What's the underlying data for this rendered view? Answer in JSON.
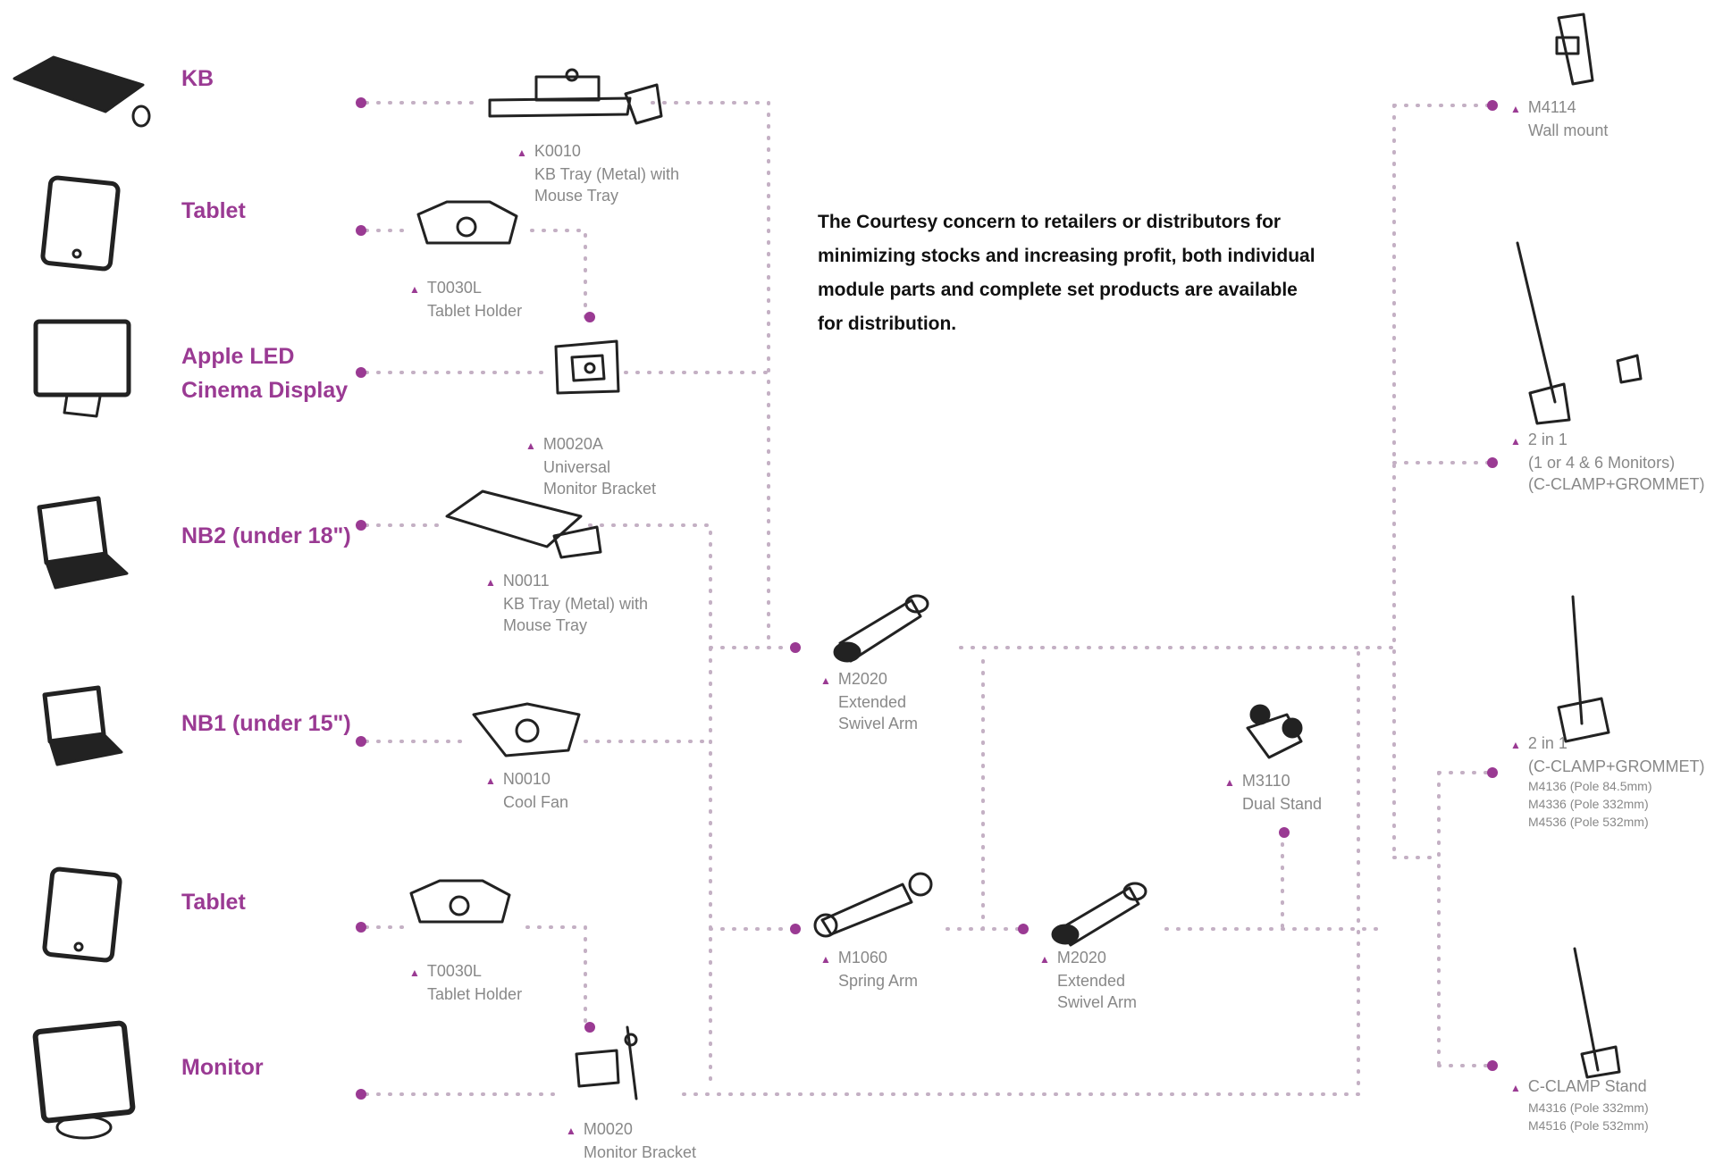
{
  "note": "The Courtesy concern to retailers or distributors for minimizing stocks and increasing profit, both individual module parts and complete set products are available for distribution.",
  "devices": [
    {
      "label": "KB",
      "icon": "keyboard-icon"
    },
    {
      "label": "Tablet",
      "icon": "tablet-icon"
    },
    {
      "label": "Apple LED\nCinema Display",
      "icon": "monitor-icon"
    },
    {
      "label": "NB2 (under 18\")",
      "icon": "laptop-icon"
    },
    {
      "label": "NB1 (under 15\")",
      "icon": "laptop-icon"
    },
    {
      "label": "Tablet",
      "icon": "tablet-icon"
    },
    {
      "label": "Monitor",
      "icon": "monitor-icon"
    }
  ],
  "modules": [
    {
      "code": "K0010",
      "lines": [
        "KB Tray (Metal) with",
        "Mouse Tray"
      ],
      "icon": "keyboard-tray-icon"
    },
    {
      "code": "T0030L",
      "lines": [
        "Tablet Holder"
      ],
      "icon": "tablet-holder-icon"
    },
    {
      "code": "M0020A",
      "lines": [
        "Universal",
        "Monitor Bracket"
      ],
      "icon": "monitor-bracket-icon"
    },
    {
      "code": "N0011",
      "lines": [
        "KB Tray (Metal) with",
        "Mouse Tray"
      ],
      "icon": "notebook-tray-icon"
    },
    {
      "code": "N0010",
      "lines": [
        "Cool Fan"
      ],
      "icon": "cool-fan-icon"
    },
    {
      "code": "T0030L",
      "lines": [
        "Tablet Holder"
      ],
      "icon": "tablet-holder-icon"
    },
    {
      "code": "M0020",
      "lines": [
        "Monitor Bracket"
      ],
      "icon": "monitor-bracket-icon"
    }
  ],
  "arms": [
    {
      "code": "M2020",
      "lines": [
        "Extended",
        "Swivel Arm"
      ],
      "icon": "swivel-arm-icon"
    },
    {
      "code": "M1060",
      "lines": [
        "Spring Arm"
      ],
      "icon": "spring-arm-icon"
    },
    {
      "code": "M2020",
      "lines": [
        "Extended",
        "Swivel Arm"
      ],
      "icon": "swivel-arm-icon"
    },
    {
      "code": "M3110",
      "lines": [
        "Dual Stand"
      ],
      "icon": "dual-stand-icon"
    }
  ],
  "mounts": [
    {
      "code": "M4114",
      "lines": [
        "Wall mount"
      ],
      "small": [],
      "icon": "wall-mount-icon"
    },
    {
      "code": "2 in 1",
      "lines": [
        "(1 or 4 & 6 Monitors)",
        "(C-CLAMP+GROMMET)"
      ],
      "small": [],
      "icon": "multi-pole-mount-icon"
    },
    {
      "code": "2 in 1",
      "lines": [
        "(C-CLAMP+GROMMET)"
      ],
      "small": [
        "M4136 (Pole 84.5mm)",
        "M4336 (Pole 332mm)",
        "M4536 (Pole 532mm)"
      ],
      "icon": "pole-clamp-icon"
    },
    {
      "code": "C-CLAMP Stand",
      "lines": [],
      "small": [
        "M4316 (Pole 332mm)",
        "M4516 (Pole 532mm)"
      ],
      "icon": "c-clamp-stand-icon"
    }
  ],
  "colors": {
    "accent": "#9a3a93",
    "dots": "#c4b0c4",
    "caption": "#888888",
    "line": "#222222"
  }
}
